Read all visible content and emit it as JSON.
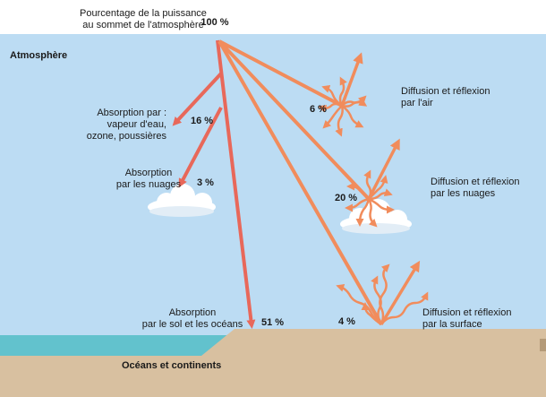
{
  "header": {
    "top_label_line1": "Pourcentage de la puissance",
    "top_label_line2": "au sommet de l'atmosphère",
    "top_value": "100 %"
  },
  "regions": {
    "atmosphere": "Atmosphère",
    "ground": "Océans et continents"
  },
  "absorption": {
    "gas": {
      "line1": "Absorption par :",
      "line2": "vapeur d'eau,",
      "line3": "ozone, poussières",
      "value": "16 %"
    },
    "clouds": {
      "line1": "Absorption",
      "line2": "par les nuages",
      "value": "3 %"
    },
    "surface": {
      "line1": "Absorption",
      "line2": "par le sol et les océans",
      "value": "51 %"
    }
  },
  "reflection": {
    "air": {
      "line1": "Diffusion et réflexion",
      "line2": "par l'air",
      "value": "6 %"
    },
    "clouds": {
      "line1": "Diffusion et réflexion",
      "line2": "par les nuages",
      "value": "20 %"
    },
    "surface": {
      "line1": "Diffusion et réflexion",
      "line2": "par la surface",
      "value": "4 %"
    }
  },
  "colors": {
    "sky": "#bcdcf3",
    "space": "#ffffff",
    "ocean": "#62c2cd",
    "land": "#d8c0a0",
    "absorbed_arrow": "#e8685a",
    "reflected_arrow": "#f18c5c",
    "cloud": "#ffffff"
  }
}
